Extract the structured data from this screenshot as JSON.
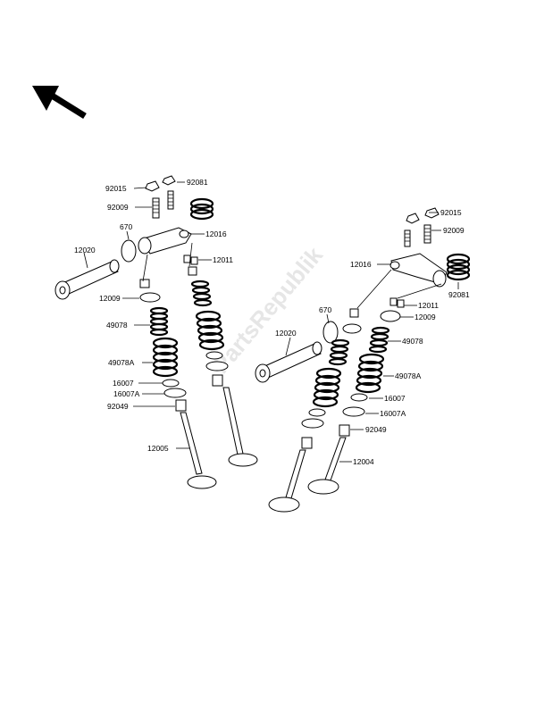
{
  "watermark": "PartsRepublik",
  "labels": {
    "l1": "92015",
    "l2": "92081",
    "l3": "92009",
    "l4": "670",
    "l5": "12016",
    "l6": "12020",
    "l7": "12011",
    "l8": "12009",
    "l9": "49078",
    "l10": "49078A",
    "l11": "16007",
    "l12": "16007A",
    "l13": "92049",
    "l14": "12005",
    "r1": "92015",
    "r2": "92009",
    "r3": "12016",
    "r4": "12011",
    "r5": "92081",
    "r6": "670",
    "r7": "12009",
    "r8": "12020",
    "r9": "49078",
    "r10": "49078A",
    "r11": "16007",
    "r12": "16007A",
    "r13": "92049",
    "r14": "12004"
  }
}
